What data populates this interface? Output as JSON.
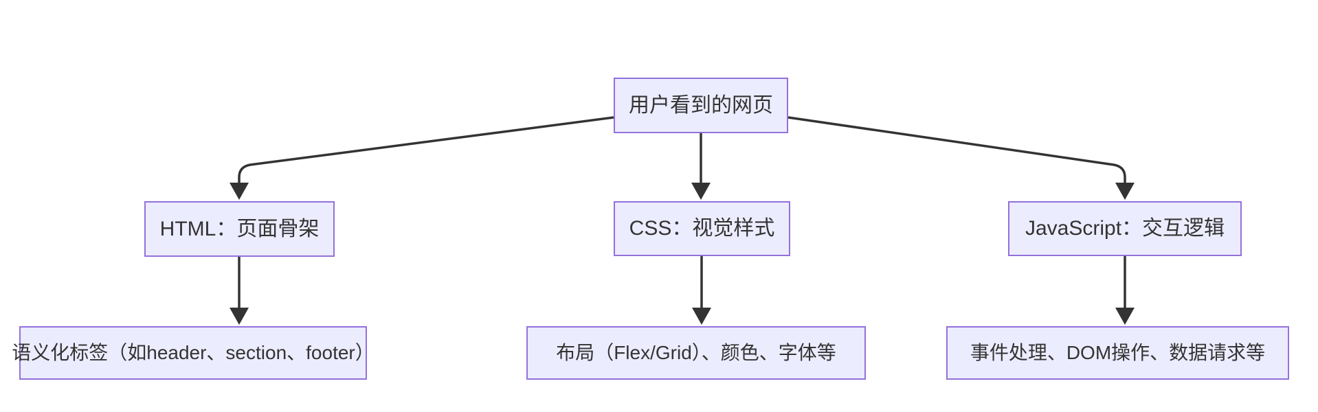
{
  "diagram": {
    "type": "flowchart-top-down",
    "root": {
      "id": "root",
      "label": "用户看到的网页"
    },
    "level2": [
      {
        "id": "html",
        "label": "HTML：页面骨架"
      },
      {
        "id": "css",
        "label": "CSS：视觉样式"
      },
      {
        "id": "js",
        "label": "JavaScript：交互逻辑"
      }
    ],
    "level3": [
      {
        "id": "html-detail",
        "label": "语义化标签（如header、section、footer）"
      },
      {
        "id": "css-detail",
        "label": "布局（Flex/Grid）、颜色、字体等"
      },
      {
        "id": "js-detail",
        "label": "事件处理、DOM操作、数据请求等"
      }
    ],
    "edges": [
      {
        "from": "root",
        "to": "html"
      },
      {
        "from": "root",
        "to": "css"
      },
      {
        "from": "root",
        "to": "js"
      },
      {
        "from": "html",
        "to": "html-detail"
      },
      {
        "from": "css",
        "to": "css-detail"
      },
      {
        "from": "js",
        "to": "js-detail"
      }
    ]
  },
  "colors": {
    "node_fill": "#ECECFF",
    "node_border": "#9370DB",
    "edge": "#333333",
    "text": "#333333",
    "background": "#FFFFFF"
  }
}
